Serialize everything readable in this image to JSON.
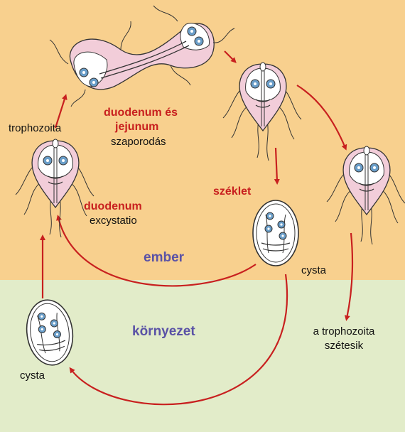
{
  "zones": {
    "host": "ember",
    "environment": "környezet"
  },
  "labels": {
    "trophozoite": "trophozoita",
    "division_site_line1": "duodenum és",
    "division_site_line2": "jejunum",
    "division": "szaporodás",
    "excyst_site": "duodenum",
    "excyst": "excystatio",
    "feces": "széklet",
    "cyst_host": "cysta",
    "cyst_env": "cysta",
    "disintegrates_line1": "a trophozoita",
    "disintegrates_line2": "szétesik"
  },
  "colors": {
    "host_bg": "#f8d08e",
    "env_bg": "#e2ecc9",
    "arrow": "#c8201f",
    "zone_text": "#5a52a6",
    "label_red": "#c8201f",
    "body_pink": "#f2cdd9",
    "nucleus": "#6a9ec9"
  }
}
